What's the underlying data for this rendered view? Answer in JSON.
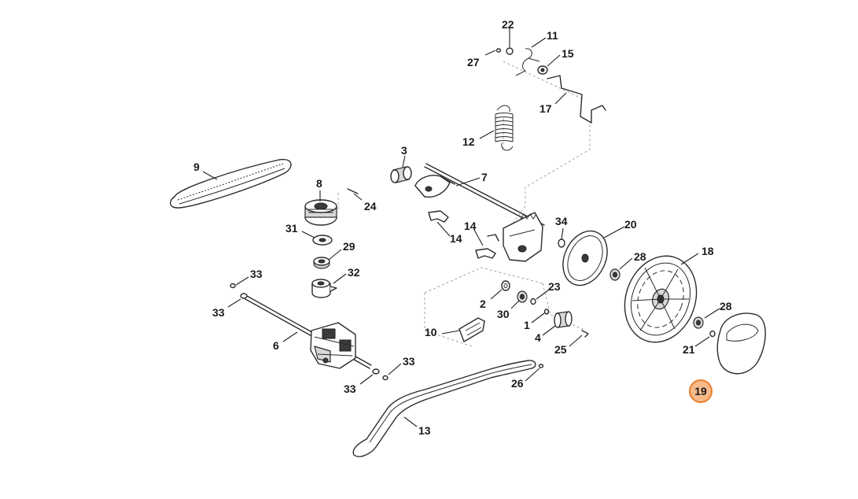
{
  "diagram": {
    "highlighted_part": "19",
    "highlight_color": "#f6b98a",
    "highlight_border": "#e87f2e",
    "labels": [
      "1",
      "2",
      "3",
      "4",
      "6",
      "7",
      "8",
      "9",
      "10",
      "11",
      "12",
      "13",
      "14",
      "14",
      "15",
      "17",
      "18",
      "19",
      "20",
      "21",
      "22",
      "23",
      "24",
      "25",
      "26",
      "27",
      "28",
      "28",
      "29",
      "30",
      "31",
      "32",
      "33",
      "33",
      "33",
      "33",
      "34"
    ]
  }
}
